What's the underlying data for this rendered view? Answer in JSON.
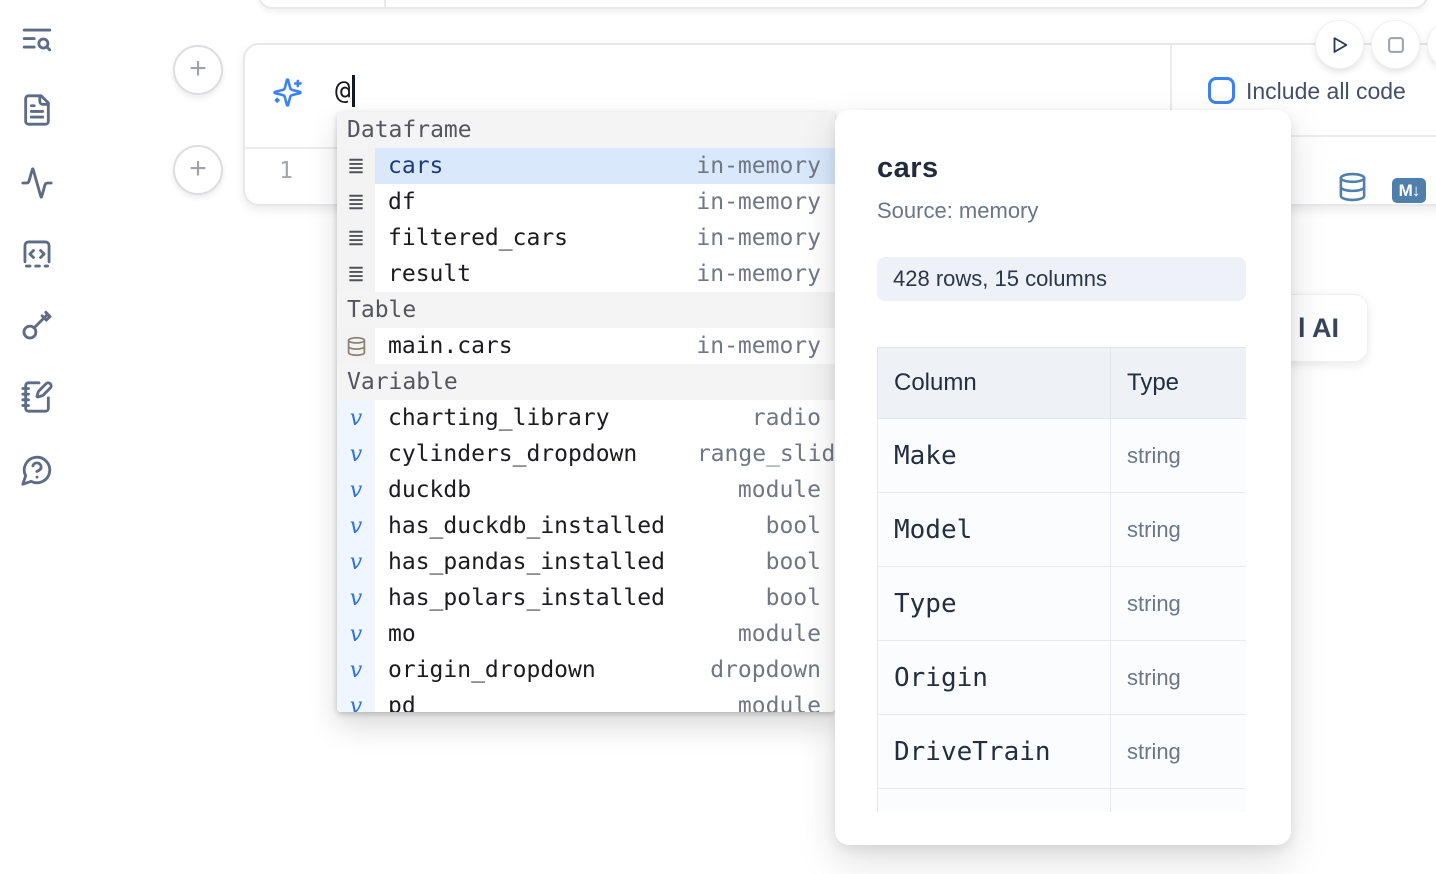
{
  "sidebar": {
    "icons": [
      "list-search",
      "file-text",
      "activity",
      "code-square",
      "key",
      "notebook-pen",
      "help-chat"
    ]
  },
  "cell": {
    "ai_prompt_value": "@",
    "include_all_code_label": "Include all code",
    "line_number": "1",
    "markdown_badge": "M↓"
  },
  "toolbar": {
    "run_button": "run",
    "stop_button": "stop"
  },
  "ai_generate_button": {
    "visible_fragment": "l AI"
  },
  "autocomplete": {
    "sections": [
      {
        "label": "Dataframe",
        "items": [
          {
            "label": "cars",
            "type": "in-memory",
            "selected": true
          },
          {
            "label": "df",
            "type": "in-memory"
          },
          {
            "label": "filtered_cars",
            "type": "in-memory"
          },
          {
            "label": "result",
            "type": "in-memory"
          }
        ]
      },
      {
        "label": "Table",
        "items": [
          {
            "label": "main.cars",
            "type": "in-memory"
          }
        ]
      },
      {
        "label": "Variable",
        "items": [
          {
            "label": "charting_library",
            "type": "radio"
          },
          {
            "label": "cylinders_dropdown",
            "type": "range_slider"
          },
          {
            "label": "duckdb",
            "type": "module"
          },
          {
            "label": "has_duckdb_installed",
            "type": "bool"
          },
          {
            "label": "has_pandas_installed",
            "type": "bool"
          },
          {
            "label": "has_polars_installed",
            "type": "bool"
          },
          {
            "label": "mo",
            "type": "module"
          },
          {
            "label": "origin_dropdown",
            "type": "dropdown"
          },
          {
            "label": "pd",
            "type": "module"
          }
        ]
      }
    ],
    "variable_glyph": "v"
  },
  "preview": {
    "title": "cars",
    "source": "Source: memory",
    "shape_badge": "428 rows, 15 columns",
    "table": {
      "headers": [
        "Column",
        "Type"
      ],
      "rows": [
        [
          "Make",
          "string"
        ],
        [
          "Model",
          "string"
        ],
        [
          "Type",
          "string"
        ],
        [
          "Origin",
          "string"
        ],
        [
          "DriveTrain",
          "string"
        ],
        [
          "",
          ""
        ]
      ]
    }
  },
  "colors": {
    "accent_blue": "#3b82f6",
    "steel_blue": "#4e80ab",
    "selected_row": "#d9e9fb",
    "badge_bg": "#eef2f8"
  }
}
